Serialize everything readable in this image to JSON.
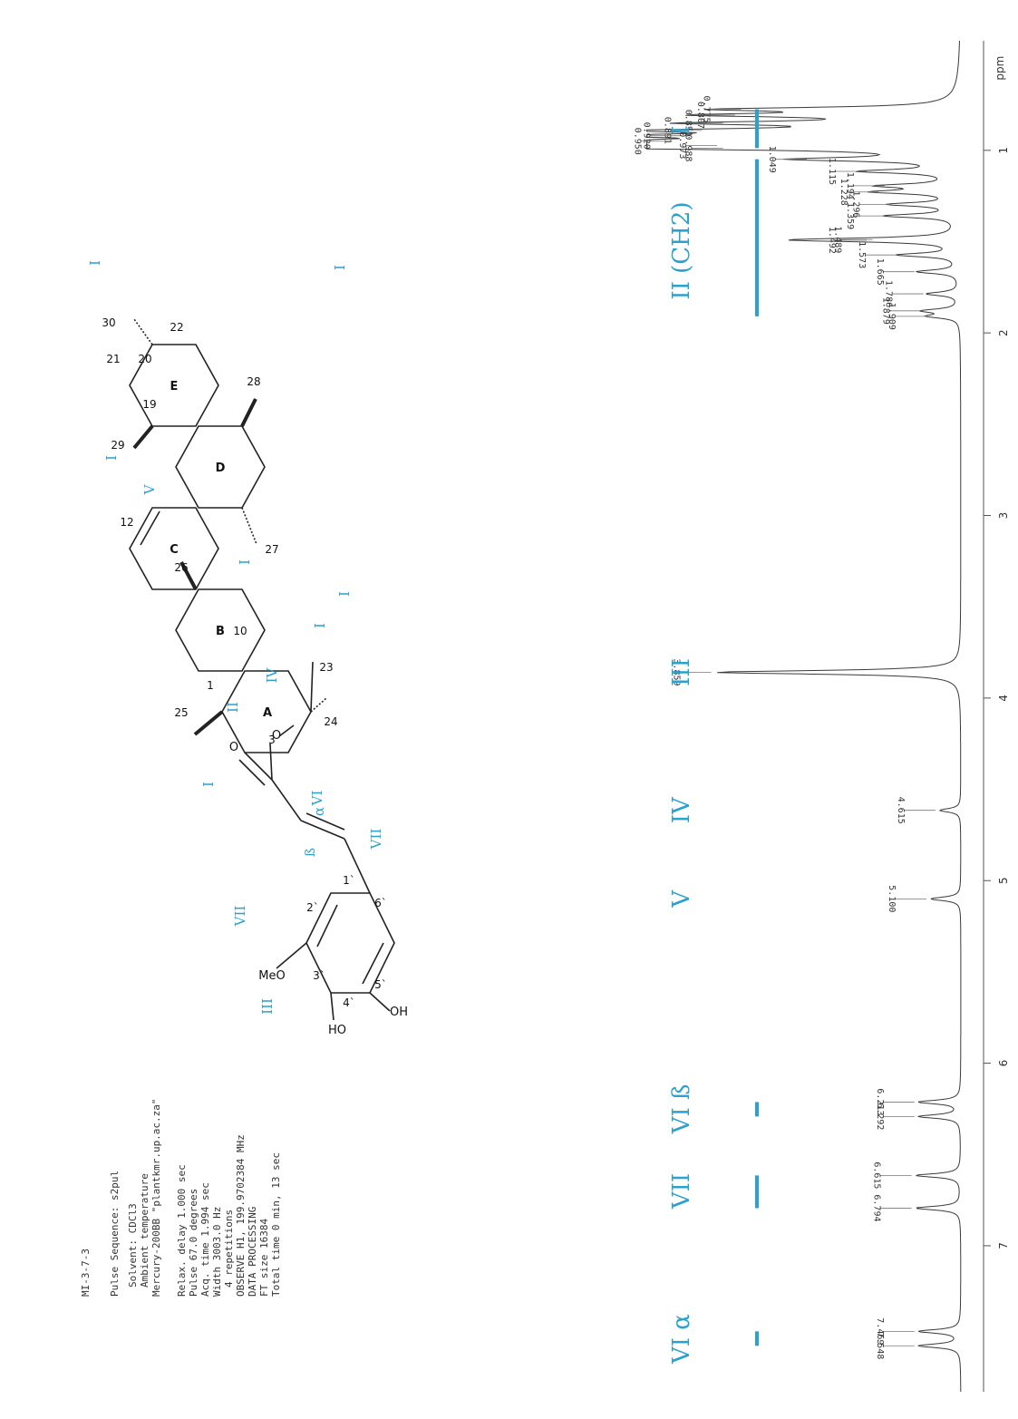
{
  "header": {
    "sample_id": "MI-3-7-3",
    "pulse_sequence": "Pulse Sequence: s2pul",
    "solvent": "Solvent: CDCl3",
    "temperature": "Ambient temperature",
    "instrument": "Mercury-200BB  \"plantkmr.up.ac.za\"",
    "relax_delay": "Relax. delay 1.000 sec",
    "pulse": "Pulse 67.0 degrees",
    "acq_time": "Acq. time 1.994 sec",
    "width": "Width 3003.0 Hz",
    "repetitions": "4 repetitions",
    "observe": "OBSERVE   H1, 199.9702384 MHz",
    "data_processing": "DATA PROCESSING",
    "ft_size": "FT size 16384",
    "total_time": "Total time 0 min, 13 sec"
  },
  "colors": {
    "annotation": "#2aa1cf",
    "trace": "#3a3a3a"
  },
  "chart_data": {
    "type": "line",
    "title": "",
    "xlabel": "ppm",
    "ylabel": "",
    "xlim": [
      0.4,
      7.8
    ],
    "xticks": [
      1,
      2,
      3,
      4,
      5,
      6,
      7
    ],
    "orientation": "rotated 90 degrees clockwise; ppm increases downward",
    "peaks": [
      {
        "ppm": 0.775,
        "height": 0.72
      },
      {
        "ppm": 0.807,
        "height": 0.74
      },
      {
        "ppm": 0.851,
        "height": 0.78
      },
      {
        "ppm": 0.891,
        "height": 0.85
      },
      {
        "ppm": 0.92,
        "height": 0.92
      },
      {
        "ppm": 0.95,
        "height": 0.95
      },
      {
        "ppm": 0.973,
        "height": 0.8
      },
      {
        "ppm": 0.988,
        "height": 0.78
      },
      {
        "ppm": 1.049,
        "height": 0.5
      },
      {
        "ppm": 1.115,
        "height": 0.3
      },
      {
        "ppm": 1.194,
        "height": 0.24
      },
      {
        "ppm": 1.228,
        "height": 0.26
      },
      {
        "ppm": 1.296,
        "height": 0.22
      },
      {
        "ppm": 1.359,
        "height": 0.24
      },
      {
        "ppm": 1.492,
        "height": 0.3
      },
      {
        "ppm": 1.489,
        "height": 0.28
      },
      {
        "ppm": 1.573,
        "height": 0.2
      },
      {
        "ppm": 1.665,
        "height": 0.14
      },
      {
        "ppm": 1.786,
        "height": 0.11
      },
      {
        "ppm": 1.879,
        "height": 0.12
      },
      {
        "ppm": 1.909,
        "height": 0.1
      },
      {
        "ppm": 3.859,
        "height": 0.82
      },
      {
        "ppm": 4.615,
        "height": 0.07
      },
      {
        "ppm": 5.1,
        "height": 0.1
      },
      {
        "ppm": 6.213,
        "height": 0.14
      },
      {
        "ppm": 6.292,
        "height": 0.14
      },
      {
        "ppm": 6.615,
        "height": 0.15
      },
      {
        "ppm": 6.794,
        "height": 0.15
      },
      {
        "ppm": 7.469,
        "height": 0.14
      },
      {
        "ppm": 7.548,
        "height": 0.14
      }
    ],
    "peak_labels": [
      "0.775",
      "0.807",
      "0.851",
      "0.891",
      "0.920",
      "0.950",
      "0.973",
      "0.988",
      "1.049",
      "1.115",
      "1.194",
      "1.228",
      "1.296",
      "1.359",
      "1.492",
      "1.489",
      "1.573",
      "1.665",
      "1.786",
      "1.879",
      "1.909",
      "3.859",
      "4.615",
      "5.100",
      "6.213",
      "6.292",
      "6.615",
      "6.794",
      "7.469",
      "7.548"
    ],
    "assignments": [
      {
        "label": "I",
        "ppm": 0.89,
        "from": 0.775,
        "to": 0.988
      },
      {
        "label": "II (CH2)",
        "ppm": 1.55,
        "from": 1.049,
        "to": 1.909
      },
      {
        "label": "III",
        "ppm": 3.859,
        "from": 3.859,
        "to": 3.859
      },
      {
        "label": "IV",
        "ppm": 4.615,
        "from": 4.615,
        "to": 4.615
      },
      {
        "label": "V",
        "ppm": 5.1,
        "from": 5.1,
        "to": 5.1
      },
      {
        "label": "VI ß",
        "ppm": 6.25,
        "from": 6.213,
        "to": 6.292
      },
      {
        "label": "VII",
        "ppm": 6.7,
        "from": 6.615,
        "to": 6.794
      },
      {
        "label": "VI α",
        "ppm": 7.51,
        "from": 7.469,
        "to": 7.548
      }
    ]
  },
  "structure": {
    "ring_labels": [
      "A",
      "B",
      "C",
      "D",
      "E"
    ],
    "carbon_numbers": [
      "1",
      "3",
      "10",
      "12",
      "19",
      "20",
      "21",
      "22",
      "23",
      "24",
      "25",
      "26",
      "27",
      "28",
      "29",
      "30",
      "1`",
      "2`",
      "3`",
      "4`",
      "5`",
      "6`"
    ],
    "groups": [
      "MeO",
      "HO",
      "OH",
      "O",
      "O"
    ],
    "annotations": [
      "I",
      "I",
      "I",
      "I",
      "I",
      "I",
      "I",
      "II",
      "III",
      "IV",
      "V",
      "VI",
      "VII",
      "VII",
      "ß",
      "α"
    ]
  }
}
